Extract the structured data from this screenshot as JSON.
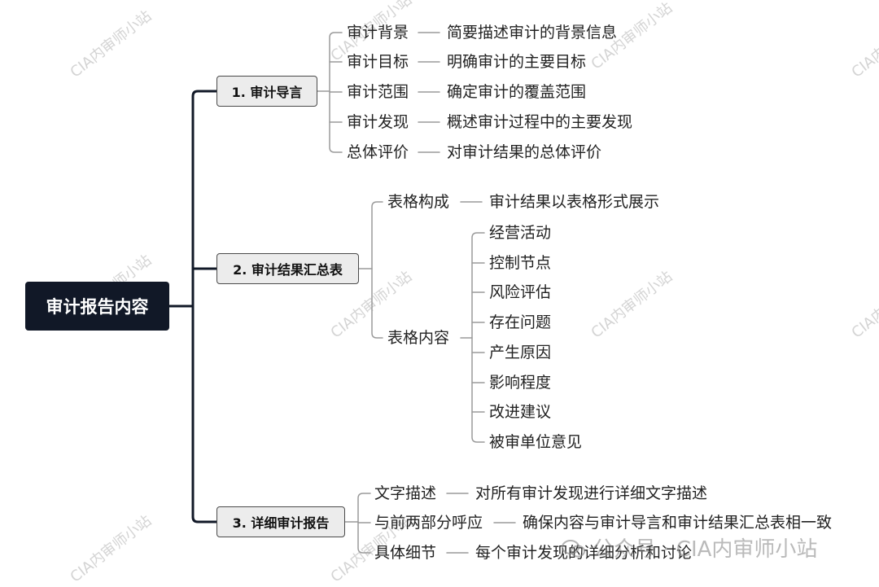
{
  "root": "审计报告内容",
  "branches": [
    {
      "label": "1. 审计导言",
      "items": [
        {
          "name": "审计背景",
          "desc": "简要描述审计的背景信息"
        },
        {
          "name": "审计目标",
          "desc": "明确审计的主要目标"
        },
        {
          "name": "审计范围",
          "desc": "确定审计的覆盖范围"
        },
        {
          "name": "审计发现",
          "desc": "概述审计过程中的主要发现"
        },
        {
          "name": "总体评价",
          "desc": "对审计结果的总体评价"
        }
      ]
    },
    {
      "label": "2. 审计结果汇总表",
      "items": [
        {
          "name": "表格构成",
          "desc": "审计结果以表格形式展示"
        },
        {
          "name": "表格内容",
          "children": [
            "经营活动",
            "控制节点",
            "风险评估",
            "存在问题",
            "产生原因",
            "影响程度",
            "改进建议",
            "被审单位意见"
          ]
        }
      ]
    },
    {
      "label": "3. 详细审计报告",
      "items": [
        {
          "name": "文字描述",
          "desc": "对所有审计发现进行详细文字描述"
        },
        {
          "name": "与前两部分呼应",
          "desc": "确保内容与审计导言和审计结果汇总表相一致"
        },
        {
          "name": "具体细节",
          "desc": "每个审计发现的详细分析和讨论"
        }
      ]
    }
  ],
  "watermark": "CIA内审师小站",
  "footer": {
    "prefix": "公众号 · ",
    "name": "CIA内审师小站"
  },
  "colors": {
    "root_bg": "#111827",
    "root_text": "#ffffff",
    "branch_bg": "#ececec",
    "line_dark": "#111827",
    "line_light": "#9a9a9a"
  }
}
